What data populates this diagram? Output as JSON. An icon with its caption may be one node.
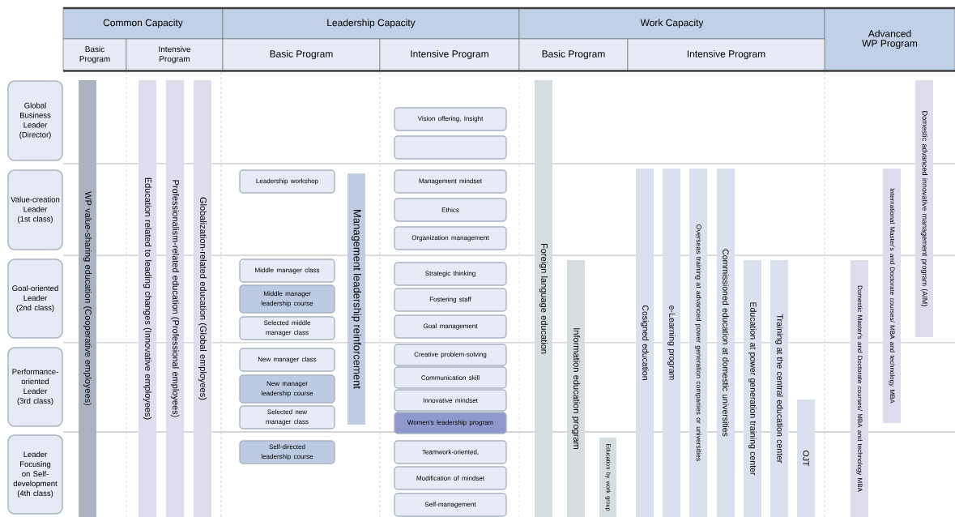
{
  "diagram": {
    "nodes": [
      {
        "text": [
          "Common Capacity"
        ]
      },
      {
        "text": [
          "Leadership Capacity"
        ]
      },
      {
        "text": [
          "Work Capacity"
        ]
      },
      {
        "text": [
          "Advanced WP Program"
        ]
      },
      {
        "text": [
          "Basic Program"
        ]
      },
      {
        "text": [
          "Intensive Program"
        ]
      },
      {
        "text": [
          "Basic Program"
        ]
      },
      {
        "text": [
          "Intensive Program"
        ]
      },
      {
        "text": [
          "Basic Program"
        ]
      },
      {
        "text": [
          "Intensive Program"
        ]
      },
      {
        "text": [
          "Global Business Leader (Director)"
        ]
      },
      {
        "text": [
          "Value-creation Leader (1st class)"
        ]
      },
      {
        "text": [
          "Goal-oriented Leader (2nd class)"
        ]
      },
      {
        "text": [
          "Performance-oriented Leader (3rd class)"
        ]
      },
      {
        "text": [
          "Leader Focusing on Self-development (4th class)"
        ]
      },
      {
        "text": [
          "WP value-sharing education (Cooperative employees)"
        ]
      },
      {
        "text": [
          "Education related to leading changes (Innovative employees)"
        ]
      },
      {
        "text": [
          "Professionalism-related education (Professional employees)"
        ]
      },
      {
        "text": [
          "Globalization-related education (Global employees)"
        ]
      },
      {
        "text": [
          "Leadership workshop"
        ]
      },
      {
        "text": [
          "Middle manager class"
        ]
      },
      {
        "text": [
          "Middle manager leadership course"
        ]
      },
      {
        "text": [
          "Selected middle manager class"
        ]
      },
      {
        "text": [
          "New manager class"
        ]
      },
      {
        "text": [
          "New manager leadership course"
        ]
      },
      {
        "text": [
          "Selected new manager class"
        ]
      },
      {
        "text": [
          "Self-directed leadership course"
        ]
      },
      {
        "text": [
          "Management leadership reinforcement"
        ]
      },
      {
        "text": [
          "Vision offering, Insight"
        ]
      },
      {
        "text": [],
        "shape": "box"
      },
      {
        "text": [
          "Management mindset"
        ]
      },
      {
        "text": [
          "Ethics"
        ]
      },
      {
        "text": [
          "Organization management"
        ]
      },
      {
        "text": [
          "Strategic thinking"
        ]
      },
      {
        "text": [
          "Fostering staff"
        ]
      },
      {
        "text": [
          "Goal management"
        ]
      },
      {
        "text": [
          "Creative problem-solving"
        ]
      },
      {
        "text": [
          "Communication skill"
        ]
      },
      {
        "text": [
          "Innovative mindset"
        ]
      },
      {
        "text": [
          "Women's leadership program"
        ]
      },
      {
        "text": [
          "Teamwork-oriented,"
        ]
      },
      {
        "text": [
          "Modification of mindset"
        ]
      },
      {
        "text": [
          "Self-management"
        ]
      },
      {
        "text": [
          "Foreign language education"
        ]
      },
      {
        "text": [
          "Information education program"
        ]
      },
      {
        "text": [
          "Education by work group"
        ]
      },
      {
        "text": [
          "Cosigned education"
        ]
      },
      {
        "text": [
          "e-Learning program"
        ]
      },
      {
        "text": [
          "Overseas training at advanced power generation companies or universities"
        ]
      },
      {
        "text": [
          "Commissioned education at domestic universities"
        ]
      },
      {
        "text": [
          "Education at power generation training center"
        ]
      },
      {
        "text": [
          "Training at the central education center"
        ]
      },
      {
        "text": [
          "OJT"
        ]
      },
      {
        "text": [
          "Domestic Master's and Doctorate courses/ MBA and technology MBA"
        ]
      },
      {
        "text": [
          "International Master's and Doctorate courses/ MBA and technology MBA"
        ]
      },
      {
        "text": [
          "Domestic advanced innovative management program (AIM)"
        ]
      }
    ]
  }
}
